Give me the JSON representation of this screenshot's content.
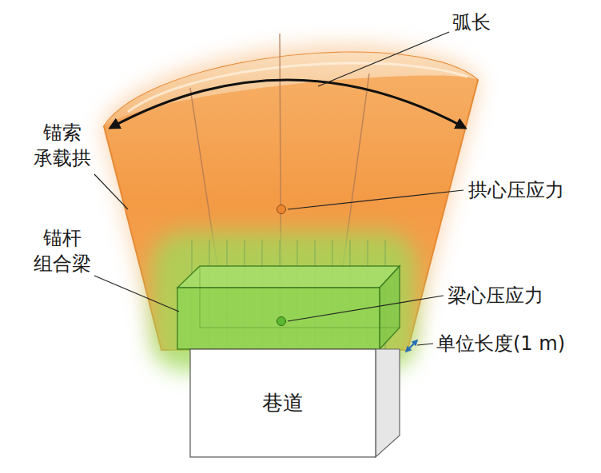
{
  "diagram": {
    "nodes": [
      {
        "text": [
          "巷道"
        ]
      }
    ],
    "labels": [
      "弧长",
      "锚索 承载拱",
      "拱心压应力",
      "锚杆 组合梁",
      "梁心压应力",
      "单位长度(1 m)"
    ]
  }
}
